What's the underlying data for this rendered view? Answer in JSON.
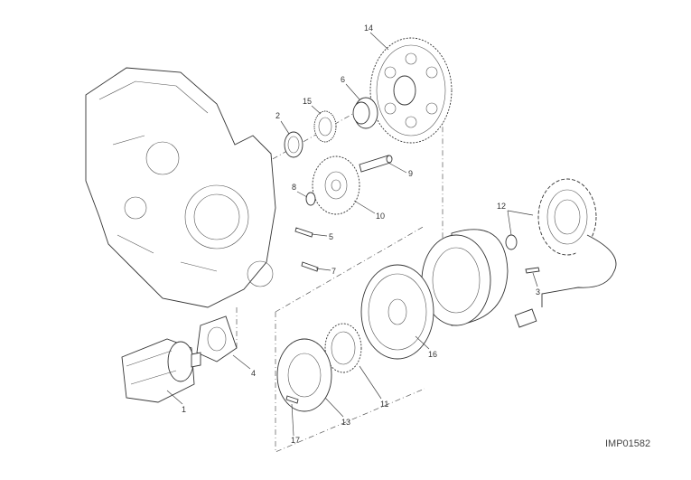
{
  "diagram": {
    "title": "Electric starter and ignition exploded view",
    "drawing_code": "IMP01582",
    "callouts": [
      {
        "id": "p1",
        "number": "1"
      },
      {
        "id": "p2",
        "number": "2"
      },
      {
        "id": "p3",
        "number": "3"
      },
      {
        "id": "p4",
        "number": "4"
      },
      {
        "id": "p5",
        "number": "5"
      },
      {
        "id": "p6",
        "number": "6"
      },
      {
        "id": "p7",
        "number": "7"
      },
      {
        "id": "p8",
        "number": "8"
      },
      {
        "id": "p9",
        "number": "9"
      },
      {
        "id": "p10",
        "number": "10"
      },
      {
        "id": "p11",
        "number": "11"
      },
      {
        "id": "p12",
        "number": "12"
      },
      {
        "id": "p13",
        "number": "13"
      },
      {
        "id": "p14",
        "number": "14"
      },
      {
        "id": "p15",
        "number": "15"
      },
      {
        "id": "p16",
        "number": "16"
      },
      {
        "id": "p17",
        "number": "17"
      }
    ]
  }
}
